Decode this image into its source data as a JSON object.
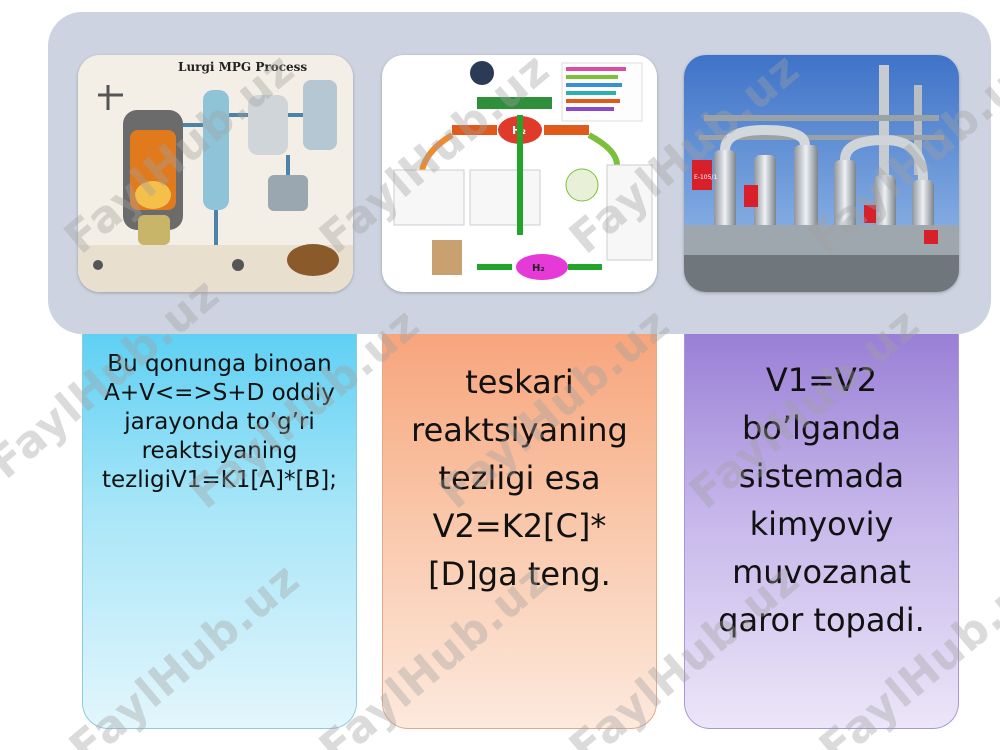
{
  "images": [
    {
      "name": "lurgi-mpg-process-image",
      "caption": "Lurgi MPG Process"
    },
    {
      "name": "hydrogen-production-diagram-image",
      "caption": "H₂"
    },
    {
      "name": "gas-processing-plant-image",
      "caption": "E-105/1"
    }
  ],
  "cards": [
    {
      "text": "Bu qonunga binoan A+V<=>S+D oddiy jarayonda to’g’ri reaktsiyaning tezligiV1=K1[A]*[B];"
    },
    {
      "text": "teskari reaktsiyaning tezligi esa V2=K2[C]*[D]ga  teng."
    },
    {
      "text": "V1=V2 bo’lganda sistemada kimyoviy muvozanat qaror topadi."
    }
  ],
  "watermark": "FaylHub.uz",
  "colors": {
    "band": "#cdd3e0",
    "card1": "#5fd0f3",
    "card2": "#f7a57c",
    "card3": "#9a7fd6"
  }
}
